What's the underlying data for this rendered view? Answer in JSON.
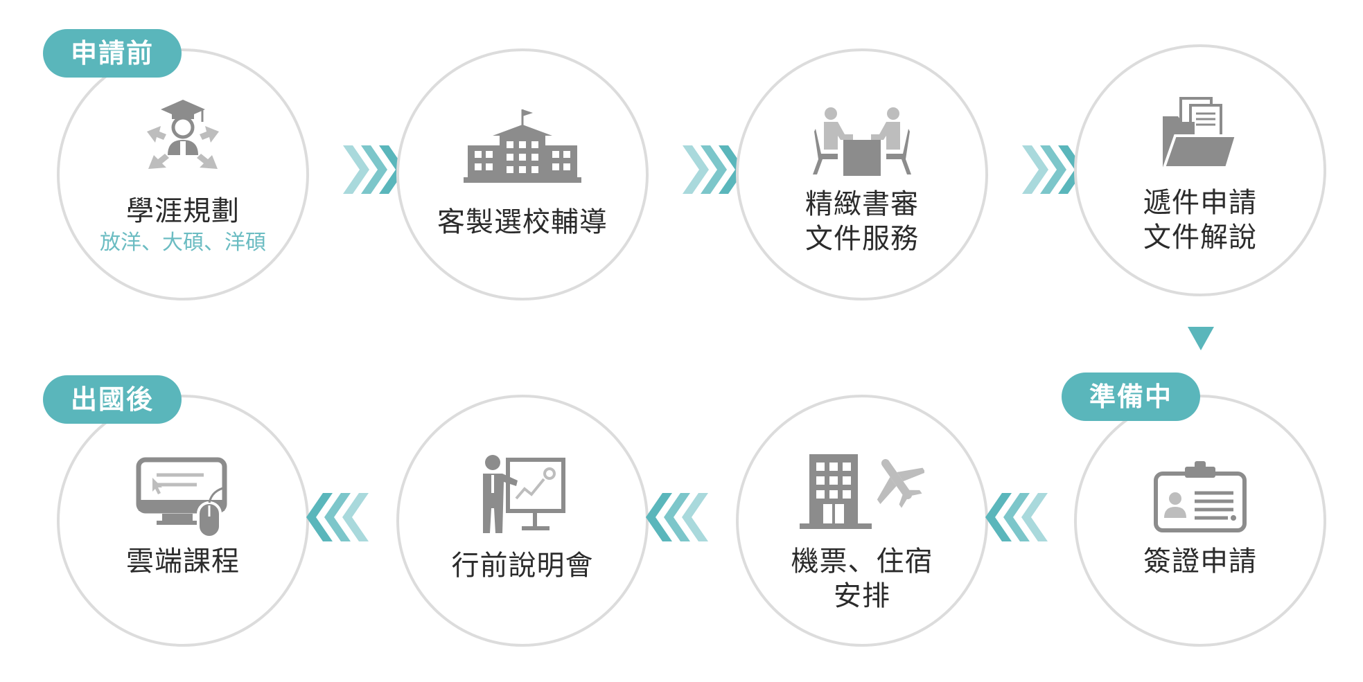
{
  "phases": {
    "before": "申請前",
    "during": "準備中",
    "after": "出國後"
  },
  "steps": [
    {
      "icon": "graduate-icon",
      "label": "學涯規劃",
      "sublabel": "放洋、大碩、洋碩"
    },
    {
      "icon": "school-building-icon",
      "label": "客製選校輔導"
    },
    {
      "icon": "meeting-icon",
      "label": "精緻書審",
      "label2": "文件服務"
    },
    {
      "icon": "folder-icon",
      "label": "遞件申請",
      "label2": "文件解說"
    },
    {
      "icon": "id-card-icon",
      "label": "簽證申請"
    },
    {
      "icon": "hotel-plane-icon",
      "label": "機票、住宿",
      "label2": "安排"
    },
    {
      "icon": "presenter-icon",
      "label": "行前說明會"
    },
    {
      "icon": "computer-mouse-icon",
      "label": "雲端課程"
    }
  ],
  "colors": {
    "accent": "#5ab6bb",
    "accent_light": "#a9d9dc",
    "circle_border": "#dcdcdc",
    "icon_gray": "#8c8c8c",
    "text": "#2b2b2b",
    "sub_text": "#6bbcc2"
  }
}
